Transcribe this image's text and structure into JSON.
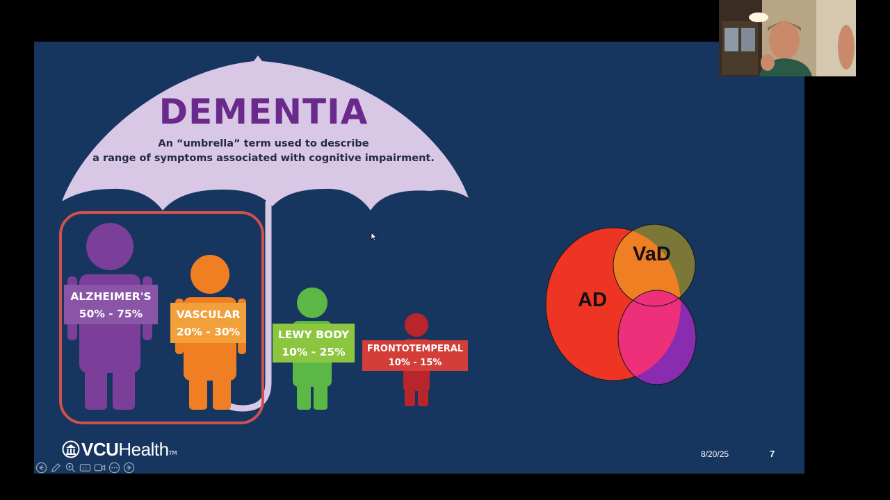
{
  "slide": {
    "title": "DEMENTIA",
    "subtitle_line1": "An “umbrella” term used to describe",
    "subtitle_line2": "a range of symptoms associated with cognitive impairment.",
    "figures": [
      {
        "name": "ALZHEIMER'S",
        "range": "50% - 75%",
        "color": "#7b3f9a"
      },
      {
        "name": "VASCULAR",
        "range": "20% - 30%",
        "color": "#f07f23"
      },
      {
        "name": "LEWY BODY",
        "range": "10% - 25%",
        "color": "#5cb846"
      },
      {
        "name": "FRONTOTEMPERAL",
        "range": "10% - 15%",
        "color": "#b8262c"
      }
    ],
    "venn": {
      "label_ad": "AD",
      "label_vad": "VaD",
      "colors": {
        "ad": "#ee3524",
        "vad": "#8c8233",
        "third": "#8a2cb0",
        "overlap": "#ee2f7a"
      }
    },
    "logo": {
      "bold": "VCU",
      "regular": "Health",
      "tm": "TM"
    },
    "date": "8/20/25",
    "page_number": "7",
    "highlight_color": "#d0504e",
    "umbrella_color": "#d9c7e6"
  },
  "controls": [
    {
      "icon": "arrow-left-icon"
    },
    {
      "icon": "pen-icon"
    },
    {
      "icon": "zoom-icon"
    },
    {
      "icon": "captions-icon"
    },
    {
      "icon": "video-icon"
    },
    {
      "icon": "more-icon"
    },
    {
      "icon": "arrow-right-icon"
    }
  ]
}
